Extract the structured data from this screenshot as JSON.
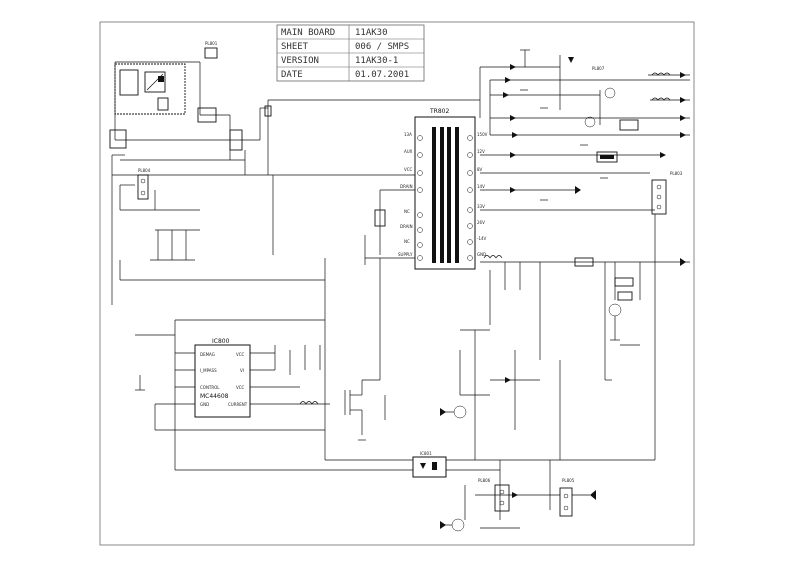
{
  "title_block": {
    "rows": [
      {
        "label": "MAIN BOARD",
        "value": "11AK30"
      },
      {
        "label": "SHEET",
        "value": "006 / SMPS"
      },
      {
        "label": "VERSION",
        "value": "11AK30-1"
      },
      {
        "label": "DATE",
        "value": "01.07.2001"
      }
    ]
  },
  "components": {
    "transformer": "TR802",
    "controller": "IC800",
    "controller_part": "MC44608",
    "optocoupler": "IC801",
    "plugs": [
      "PL801",
      "PL804",
      "PL803",
      "PL805",
      "PL806",
      "PL807"
    ],
    "controller_pins_left": [
      "DEMAG",
      "I_MPASS",
      "CONTROL",
      "GND"
    ],
    "controller_pins_right": [
      "VCC",
      "VI",
      "VCC",
      "CURRENT"
    ],
    "transformer_pins_left": [
      "13A",
      "AUX",
      "VCC",
      "DRAIN",
      "NC",
      "DRAIN",
      "NC",
      "SUPPLY"
    ],
    "transformer_pins_right": [
      "150V",
      "12V",
      "8V",
      "14V",
      "33V",
      "26V",
      "-14V",
      "GND"
    ]
  },
  "colors": {
    "ink": "#111111",
    "frame": "#6b6b6b",
    "paper": "#ffffff"
  }
}
